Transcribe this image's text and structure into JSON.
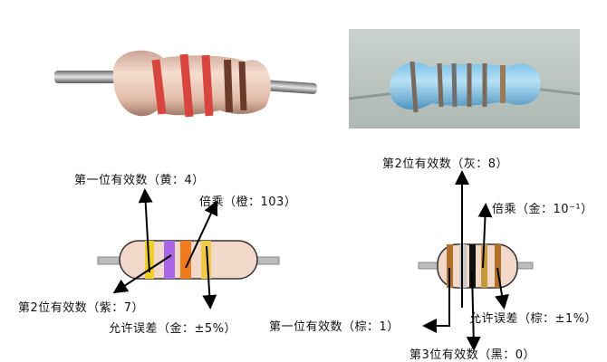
{
  "resistor_left": {
    "labels": {
      "digit1": "第一位有效数（黄：4）",
      "multiplier": "倍乘（橙：103）",
      "digit2": "第2位有效数（紫：7）",
      "tolerance": "允许误差（金：±5%）"
    },
    "band_colors": [
      "#f0d12a",
      "#a866e6",
      "#f07a1e",
      "#f1c84a"
    ]
  },
  "resistor_right": {
    "labels": {
      "digit2": "第2位有效数（灰：8）",
      "multiplier": "倍乘（金：10⁻¹）",
      "digit1": "第一位有效数（棕：1）",
      "tolerance": "允许误差（棕：±1%）",
      "digit3": "第3位有效数（黑：0）"
    },
    "band_colors": [
      "#b0702a",
      "#c8c8c8",
      "#111111",
      "#c69a3a",
      "#b0702a"
    ]
  },
  "colors": {
    "body_fill": "#f1d8c9",
    "lead": "#bdbdbd",
    "outline": "#333333"
  }
}
